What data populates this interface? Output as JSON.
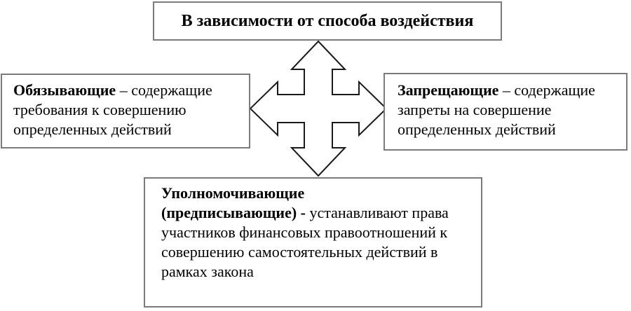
{
  "diagram": {
    "top_box": {
      "text": "В зависимости от способа воздействия"
    },
    "left_box": {
      "term": "Обязывающие",
      "definition": " – содержащие требования к совершению определенных действий"
    },
    "right_box": {
      "term": "Запрещающие",
      "definition": " – содержащие запреты на совершение определенных действий"
    },
    "bottom_box": {
      "term": "Уполномочивающие\n(предписывающие) - ",
      "definition": "устанавливают права участников финансовых правоотношений к совершению самостоятельных действий в рамках закона"
    },
    "icons": {
      "center": "four-way-arrow-icon"
    }
  },
  "colors": {
    "background": "#ffffff",
    "text": "#000000",
    "border": "#7b7b7b",
    "arrow_outline": "#1a1a1a"
  }
}
